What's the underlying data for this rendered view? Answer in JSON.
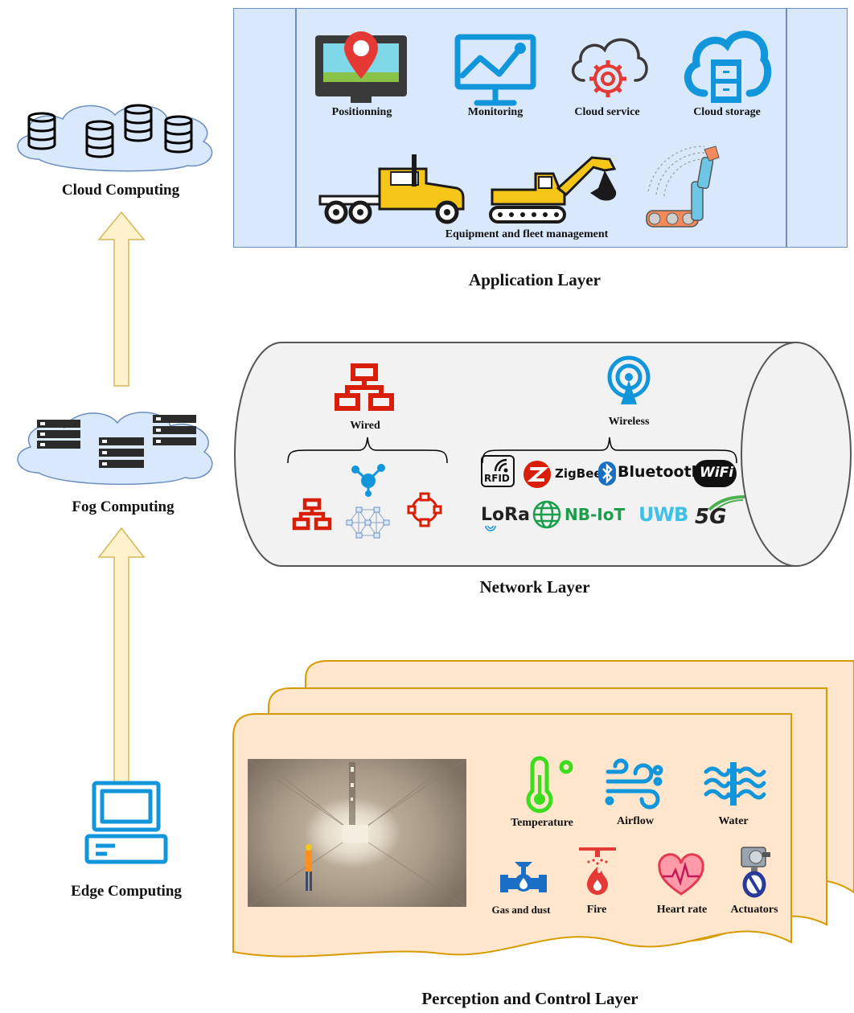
{
  "tiers": {
    "cloud": "Cloud Computing",
    "fog": "Fog Computing",
    "edge": "Edge Computing"
  },
  "application_layer": {
    "title": "Application Layer",
    "items": {
      "positioning": "Positionning",
      "monitoring": "Monitoring",
      "cloud_service": "Cloud service",
      "cloud_storage": "Cloud storage",
      "equipment": "Equipment and fleet management"
    }
  },
  "network_layer": {
    "title": "Network Layer",
    "wired": "Wired",
    "wireless": "Wireless",
    "protocols": {
      "rfid": "RFID",
      "zigbee": "ZigBee",
      "bluetooth": "Bluetooth",
      "wifi": "WiFi",
      "lora": "LoRa",
      "nbiot": "NB-IoT",
      "uwb": "UWB",
      "fiveg": "5G"
    }
  },
  "perception_layer": {
    "title": "Perception and Control Layer",
    "sensors": {
      "temperature": "Temperature",
      "airflow": "Airflow",
      "water": "Water",
      "gas": "Gas and dust",
      "fire": "Fire",
      "heart": "Heart rate",
      "actuators": "Actuators"
    }
  },
  "colors": {
    "app_bg": "#dae8fc",
    "app_border": "#6c8ebf",
    "perception_bg": "#ffe6cc",
    "perception_border": "#d79b00",
    "arrow_fill": "#fff2cc",
    "arrow_stroke": "#d6b656",
    "network_red": "#d81e06",
    "icon_blue": "#1296db"
  }
}
